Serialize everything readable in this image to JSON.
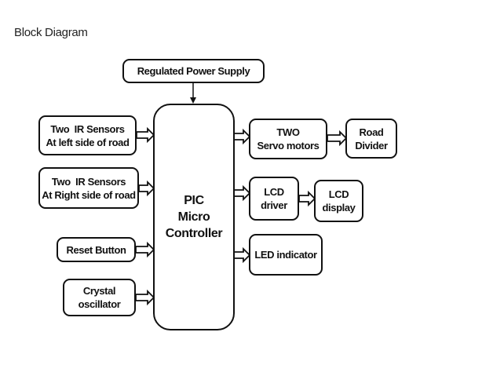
{
  "page": {
    "title": "Block Diagram"
  },
  "diagram": {
    "power_supply": {
      "label": "Regulated Power Supply"
    },
    "controller": {
      "lines": [
        "PIC",
        "Micro",
        "Controller"
      ]
    },
    "inputs": [
      {
        "id": "ir-left",
        "lines": [
          "Two  IR Sensors",
          "At left side of road"
        ]
      },
      {
        "id": "ir-right",
        "lines": [
          "Two  IR Sensors",
          "At Right side of road"
        ]
      },
      {
        "id": "reset",
        "lines": [
          "Reset Button"
        ]
      },
      {
        "id": "crystal",
        "lines": [
          "Crystal",
          "oscillator"
        ]
      }
    ],
    "outputs": [
      {
        "id": "servo",
        "lines": [
          "TWO",
          "Servo motors"
        ]
      },
      {
        "id": "road-divider",
        "lines": [
          "Road",
          "Divider"
        ]
      },
      {
        "id": "lcd-driver",
        "lines": [
          "LCD",
          "driver"
        ]
      },
      {
        "id": "lcd-display",
        "lines": [
          "LCD",
          "display"
        ]
      },
      {
        "id": "led",
        "lines": [
          "LED indicator"
        ]
      }
    ],
    "connections": [
      {
        "from": "power_supply",
        "to": "controller",
        "style": "line-arrow"
      },
      {
        "from": "ir-left",
        "to": "controller",
        "style": "block-arrow"
      },
      {
        "from": "ir-right",
        "to": "controller",
        "style": "block-arrow"
      },
      {
        "from": "reset",
        "to": "controller",
        "style": "block-arrow"
      },
      {
        "from": "crystal",
        "to": "controller",
        "style": "block-arrow"
      },
      {
        "from": "controller",
        "to": "servo",
        "style": "block-arrow"
      },
      {
        "from": "servo",
        "to": "road-divider",
        "style": "block-arrow"
      },
      {
        "from": "controller",
        "to": "lcd-driver",
        "style": "block-arrow"
      },
      {
        "from": "lcd-driver",
        "to": "lcd-display",
        "style": "block-arrow"
      },
      {
        "from": "controller",
        "to": "led",
        "style": "block-arrow"
      }
    ]
  }
}
